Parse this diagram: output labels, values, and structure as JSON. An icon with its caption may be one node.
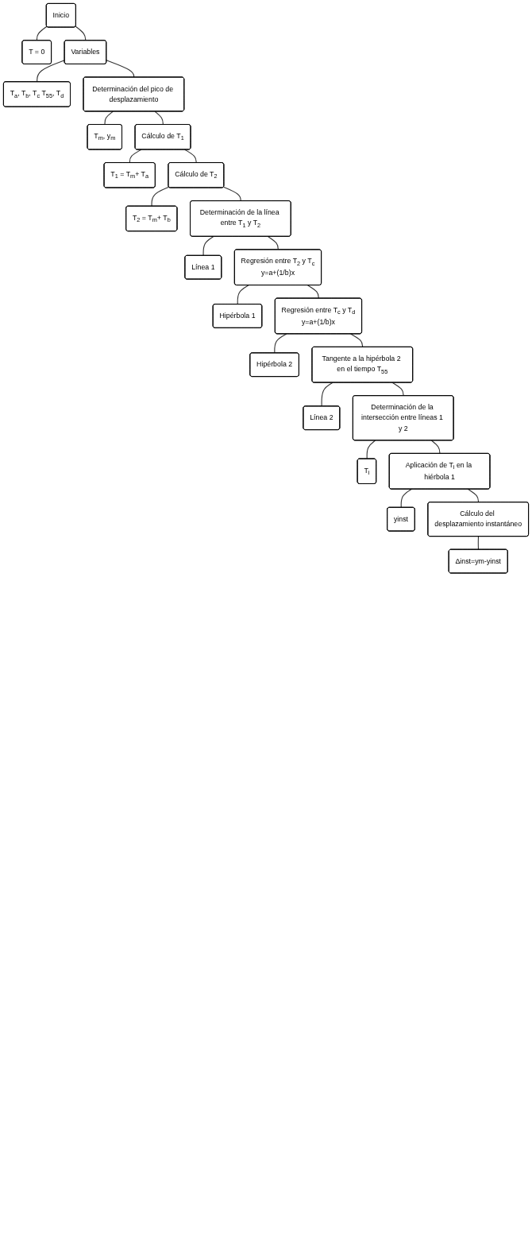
{
  "diagram": {
    "nodes": [
      {
        "text": [
          "Inicio"
        ]
      },
      {
        "text": [
          "T = 0"
        ]
      },
      {
        "text": [
          "Variables"
        ]
      },
      {
        "text": [
          "T$_{a}$, T$_{b}$, T$_{c}$ T$_{55}$, T$_{d}$"
        ]
      },
      {
        "text": [
          "Determinación del pico de desplazamiento"
        ]
      },
      {
        "text": [
          "T$_{m}$, y$_{m}$"
        ]
      },
      {
        "text": [
          "Cálculo de T$_{1}$"
        ]
      },
      {
        "text": [
          "T$_{1}$ = T$_{m}$+ T$_{a}$"
        ]
      },
      {
        "text": [
          "Cálculo de T$_{2}$"
        ]
      },
      {
        "text": [
          "T$_{2}$ = T$_{m}$+ T$_{b}$"
        ]
      },
      {
        "text": [
          "Determinación de la línea entre T$_{1}$ y T$_{2}$"
        ]
      },
      {
        "text": [
          "Línea 1"
        ]
      },
      {
        "text": [
          "Regresión entre T$_{2}$ y T$_{c}$",
          "y=a+(1/b)x"
        ]
      },
      {
        "text": [
          "Hipérbola 1"
        ]
      },
      {
        "text": [
          "Regresión entre T$_{c}$ y T$_{d}$",
          "y=a+(1/b)x"
        ]
      },
      {
        "text": [
          "Hipérbola 2"
        ]
      },
      {
        "text": [
          "Tangente a la hipérbola 2 en el tiempo T$_{55}$"
        ]
      },
      {
        "text": [
          "Línea 2"
        ]
      },
      {
        "text": [
          "Determinación de la intersección entre líneas 1 y 2"
        ]
      },
      {
        "text": [
          "T$_{i}$"
        ]
      },
      {
        "text": [
          "Aplicación de T$_{i}$ en la hiérbola 1"
        ]
      },
      {
        "text": [
          "yinst"
        ]
      },
      {
        "text": [
          "Cálculo del desplazamiento instantáneo"
        ]
      },
      {
        "text": [
          "Δinst=ym-yinst"
        ]
      }
    ],
    "edges": [
      {
        "from": 0,
        "to": 1,
        "arrow": "none"
      },
      {
        "from": 0,
        "to": 2,
        "arrow": "none"
      },
      {
        "from": 2,
        "to": 3,
        "arrow": "none"
      },
      {
        "from": 2,
        "to": 4,
        "arrow": "none"
      },
      {
        "from": 4,
        "to": 5,
        "arrow": "none"
      },
      {
        "from": 4,
        "to": 6,
        "arrow": "none"
      },
      {
        "from": 6,
        "to": 7,
        "arrow": "none"
      },
      {
        "from": 6,
        "to": 8,
        "arrow": "none"
      },
      {
        "from": 8,
        "to": 9,
        "arrow": "none"
      },
      {
        "from": 8,
        "to": 10,
        "arrow": "none"
      },
      {
        "from": 10,
        "to": 11,
        "arrow": "none"
      },
      {
        "from": 10,
        "to": 12,
        "arrow": "none"
      },
      {
        "from": 12,
        "to": 13,
        "arrow": "none"
      },
      {
        "from": 12,
        "to": 14,
        "arrow": "none"
      },
      {
        "from": 14,
        "to": 15,
        "arrow": "none"
      },
      {
        "from": 14,
        "to": 16,
        "arrow": "none"
      },
      {
        "from": 16,
        "to": 17,
        "arrow": "none"
      },
      {
        "from": 16,
        "to": 18,
        "arrow": "none"
      },
      {
        "from": 18,
        "to": 19,
        "arrow": "none"
      },
      {
        "from": 18,
        "to": 20,
        "arrow": "none"
      },
      {
        "from": 20,
        "to": 21,
        "arrow": "none"
      },
      {
        "from": 20,
        "to": 22,
        "arrow": "none"
      },
      {
        "from": 22,
        "to": 23,
        "arrow": "none"
      }
    ]
  }
}
